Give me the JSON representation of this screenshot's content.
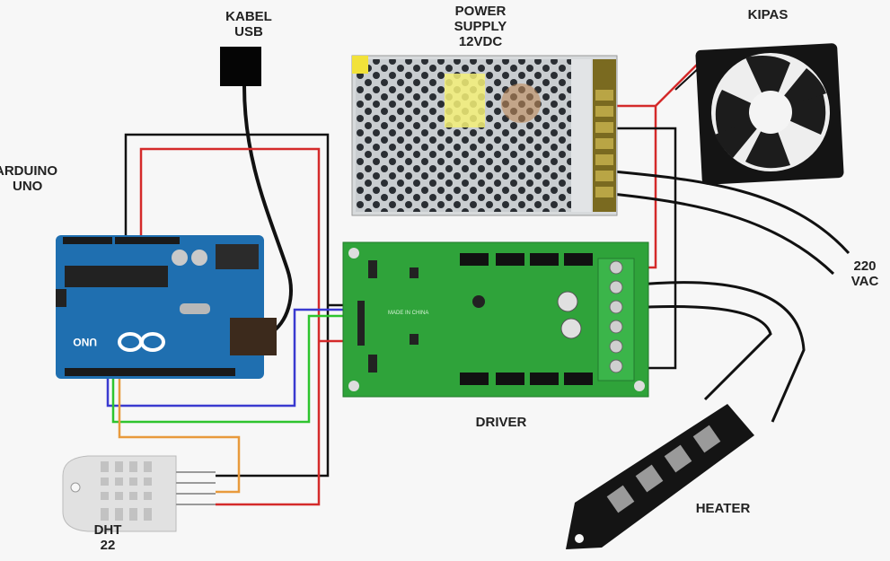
{
  "labels": {
    "usb": [
      "KABEL",
      "USB"
    ],
    "psu": [
      "POWER",
      "SUPPLY",
      "12VDC"
    ],
    "arduino": [
      "ARDUINO",
      "UNO"
    ],
    "fan": "KIPAS",
    "ac": [
      "220",
      "VAC"
    ],
    "driver": "DRIVER",
    "dht": [
      "DHT",
      "22"
    ],
    "heater": "HEATER"
  },
  "board_text": {
    "uno": "UNO",
    "driver_mark": "MADE IN CHINA"
  },
  "colors": {
    "wire_black": "#111111",
    "wire_red": "#d42a2a",
    "wire_blue": "#3a3ad0",
    "wire_green": "#2ec42e",
    "wire_orange": "#e89a3c",
    "arduino_blue": "#1f6fb0",
    "driver_green": "#2fa33a",
    "psu_gray": "#bfc3c6",
    "terminal_green": "#3bb54a",
    "psu_terminal": "#7a6a20"
  }
}
